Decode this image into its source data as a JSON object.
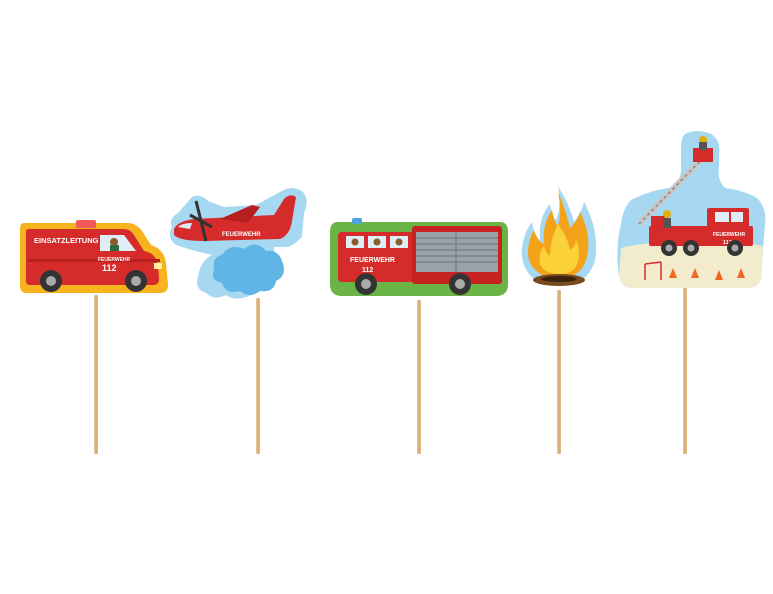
{
  "toppers": [
    {
      "id": "command-van",
      "labels": [
        "EINSATZLEITUNG",
        "FEUERWEHR",
        "112"
      ]
    },
    {
      "id": "water-plane",
      "labels": [
        "FEUERWEHR"
      ]
    },
    {
      "id": "fire-engine",
      "labels": [
        "FEUERWEHR",
        "112"
      ]
    },
    {
      "id": "campfire",
      "labels": []
    },
    {
      "id": "ladder-truck",
      "labels": [
        "FEUERWEHR",
        "112"
      ]
    }
  ],
  "colors": {
    "fire_red": "#d62b2b",
    "van_border": "#f6b31e",
    "cloud_blue": "#5fb6e6",
    "sky_blue": "#a6d8f1",
    "truck_border": "#6ab445",
    "sand": "#f3eccc",
    "stick": "#d7aa74"
  }
}
